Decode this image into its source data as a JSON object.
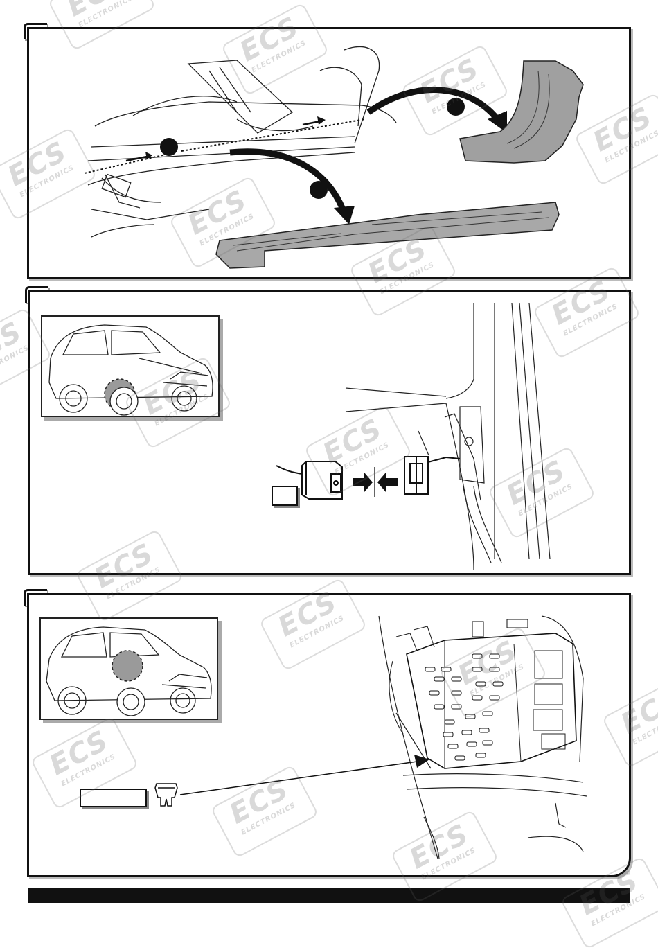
{
  "watermark": {
    "brand": "ECS",
    "sub": "ELECTRONICS"
  },
  "colors": {
    "line": "#111111",
    "highlight": "#9a9a9a",
    "watermark": "#555555"
  },
  "panels": [
    {
      "id": "step-1",
      "icon": "door-sill-trim-removal-illustration"
    },
    {
      "id": "step-2",
      "icon": "connector-plug-illustration"
    },
    {
      "id": "step-3",
      "icon": "fuse-box-illustration"
    }
  ]
}
